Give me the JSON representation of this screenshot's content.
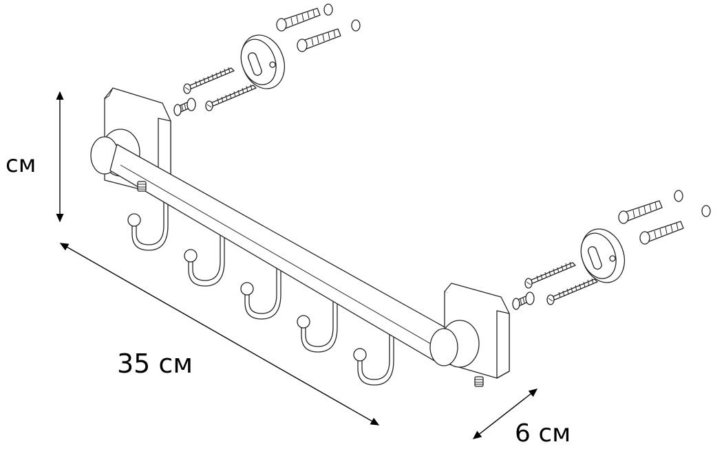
{
  "dimensions": {
    "height_label": "см",
    "length_label": "35 см",
    "depth_label": "6 см"
  },
  "product": {
    "hook_count": 5
  }
}
